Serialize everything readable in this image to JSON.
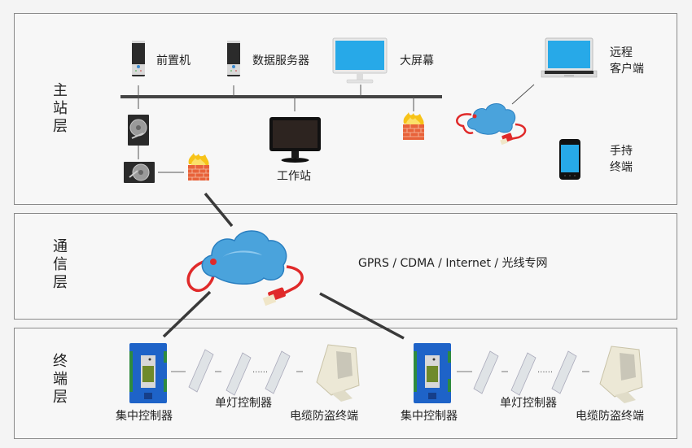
{
  "layers": {
    "main": {
      "title_lines": [
        "主",
        "站",
        "层"
      ]
    },
    "comm": {
      "title_lines": [
        "通",
        "信",
        "层"
      ],
      "network_label": "GPRS / CDMA / Internet / 光线专网"
    },
    "term": {
      "title_lines": [
        "终",
        "端",
        "层"
      ]
    }
  },
  "main_nodes": {
    "front_end": "前置机",
    "data_server": "数据服务器",
    "big_screen": "大屏幕",
    "workstation": "工作站",
    "remote_client": [
      "远程",
      "客户端"
    ],
    "handheld": [
      "手持",
      "终端"
    ]
  },
  "terminal_groups": [
    {
      "concentrator": "集中控制器",
      "single_lamp": "单灯控制器",
      "cable_theft": "电缆防盗终端",
      "ellipsis": "......"
    },
    {
      "concentrator": "集中控制器",
      "single_lamp": "单灯控制器",
      "cable_theft": "电缆防盗终端",
      "ellipsis": "......"
    }
  ],
  "colors": {
    "cloud": "#4aa3dc",
    "cable": "#e02a2a",
    "screen": "#27a9e8",
    "bus": "#444444",
    "firewall": "#e8623a",
    "controller": "#1e63c8"
  }
}
